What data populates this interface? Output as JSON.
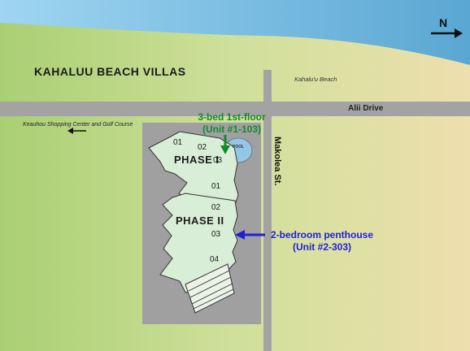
{
  "title": "KAHALUU BEACH VILLAS",
  "beach_label": "Kahalu'u Beach",
  "street_alii": "Alii Drive",
  "street_makolea": "Makolea St.",
  "direction_label": "Keauhou Shopping Center and Golf Course",
  "north": "N",
  "pool": "POOL",
  "phase1": {
    "label": "PHASE I",
    "units": [
      "01",
      "02",
      "03"
    ]
  },
  "phase2": {
    "label": "PHASE II",
    "units": [
      "01",
      "02",
      "03",
      "04"
    ]
  },
  "annotations": {
    "green": {
      "line1": "3-bed 1st-floor",
      "line2": "(Unit #1-103)",
      "color": "#128a2f"
    },
    "blue": {
      "line1": "2-bedroom penthouse",
      "line2": "(Unit #2-303)",
      "color": "#1f1fd6"
    }
  },
  "colors": {
    "ocean": "#7ec3e6",
    "land": "#b8d68a",
    "road": "#a3a3a3",
    "parcel": "#a0a0a0",
    "building": "#d9eed6"
  }
}
